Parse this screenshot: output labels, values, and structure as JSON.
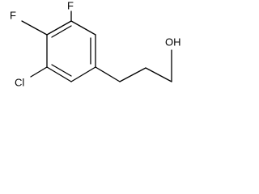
{
  "molecule": {
    "atoms": {
      "fluorine_top": "F",
      "fluorine_left": "F",
      "chlorine": "Cl",
      "hydroxyl": "OH"
    }
  }
}
